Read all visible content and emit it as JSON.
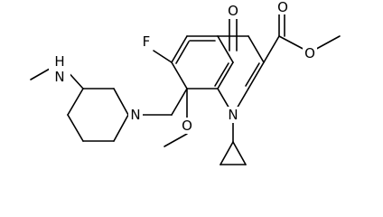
{
  "atoms": {
    "fluorine": "F",
    "ketone_oxygen": "O",
    "ester_carbonyl_oxygen": "O",
    "ester_ether_oxygen": "O",
    "quinolone_nitrogen": "N",
    "piperidine_nitrogen": "N",
    "methylamino_nitrogen": "N",
    "methylamino_hydrogen": "H",
    "methoxy_oxygen": "O"
  }
}
